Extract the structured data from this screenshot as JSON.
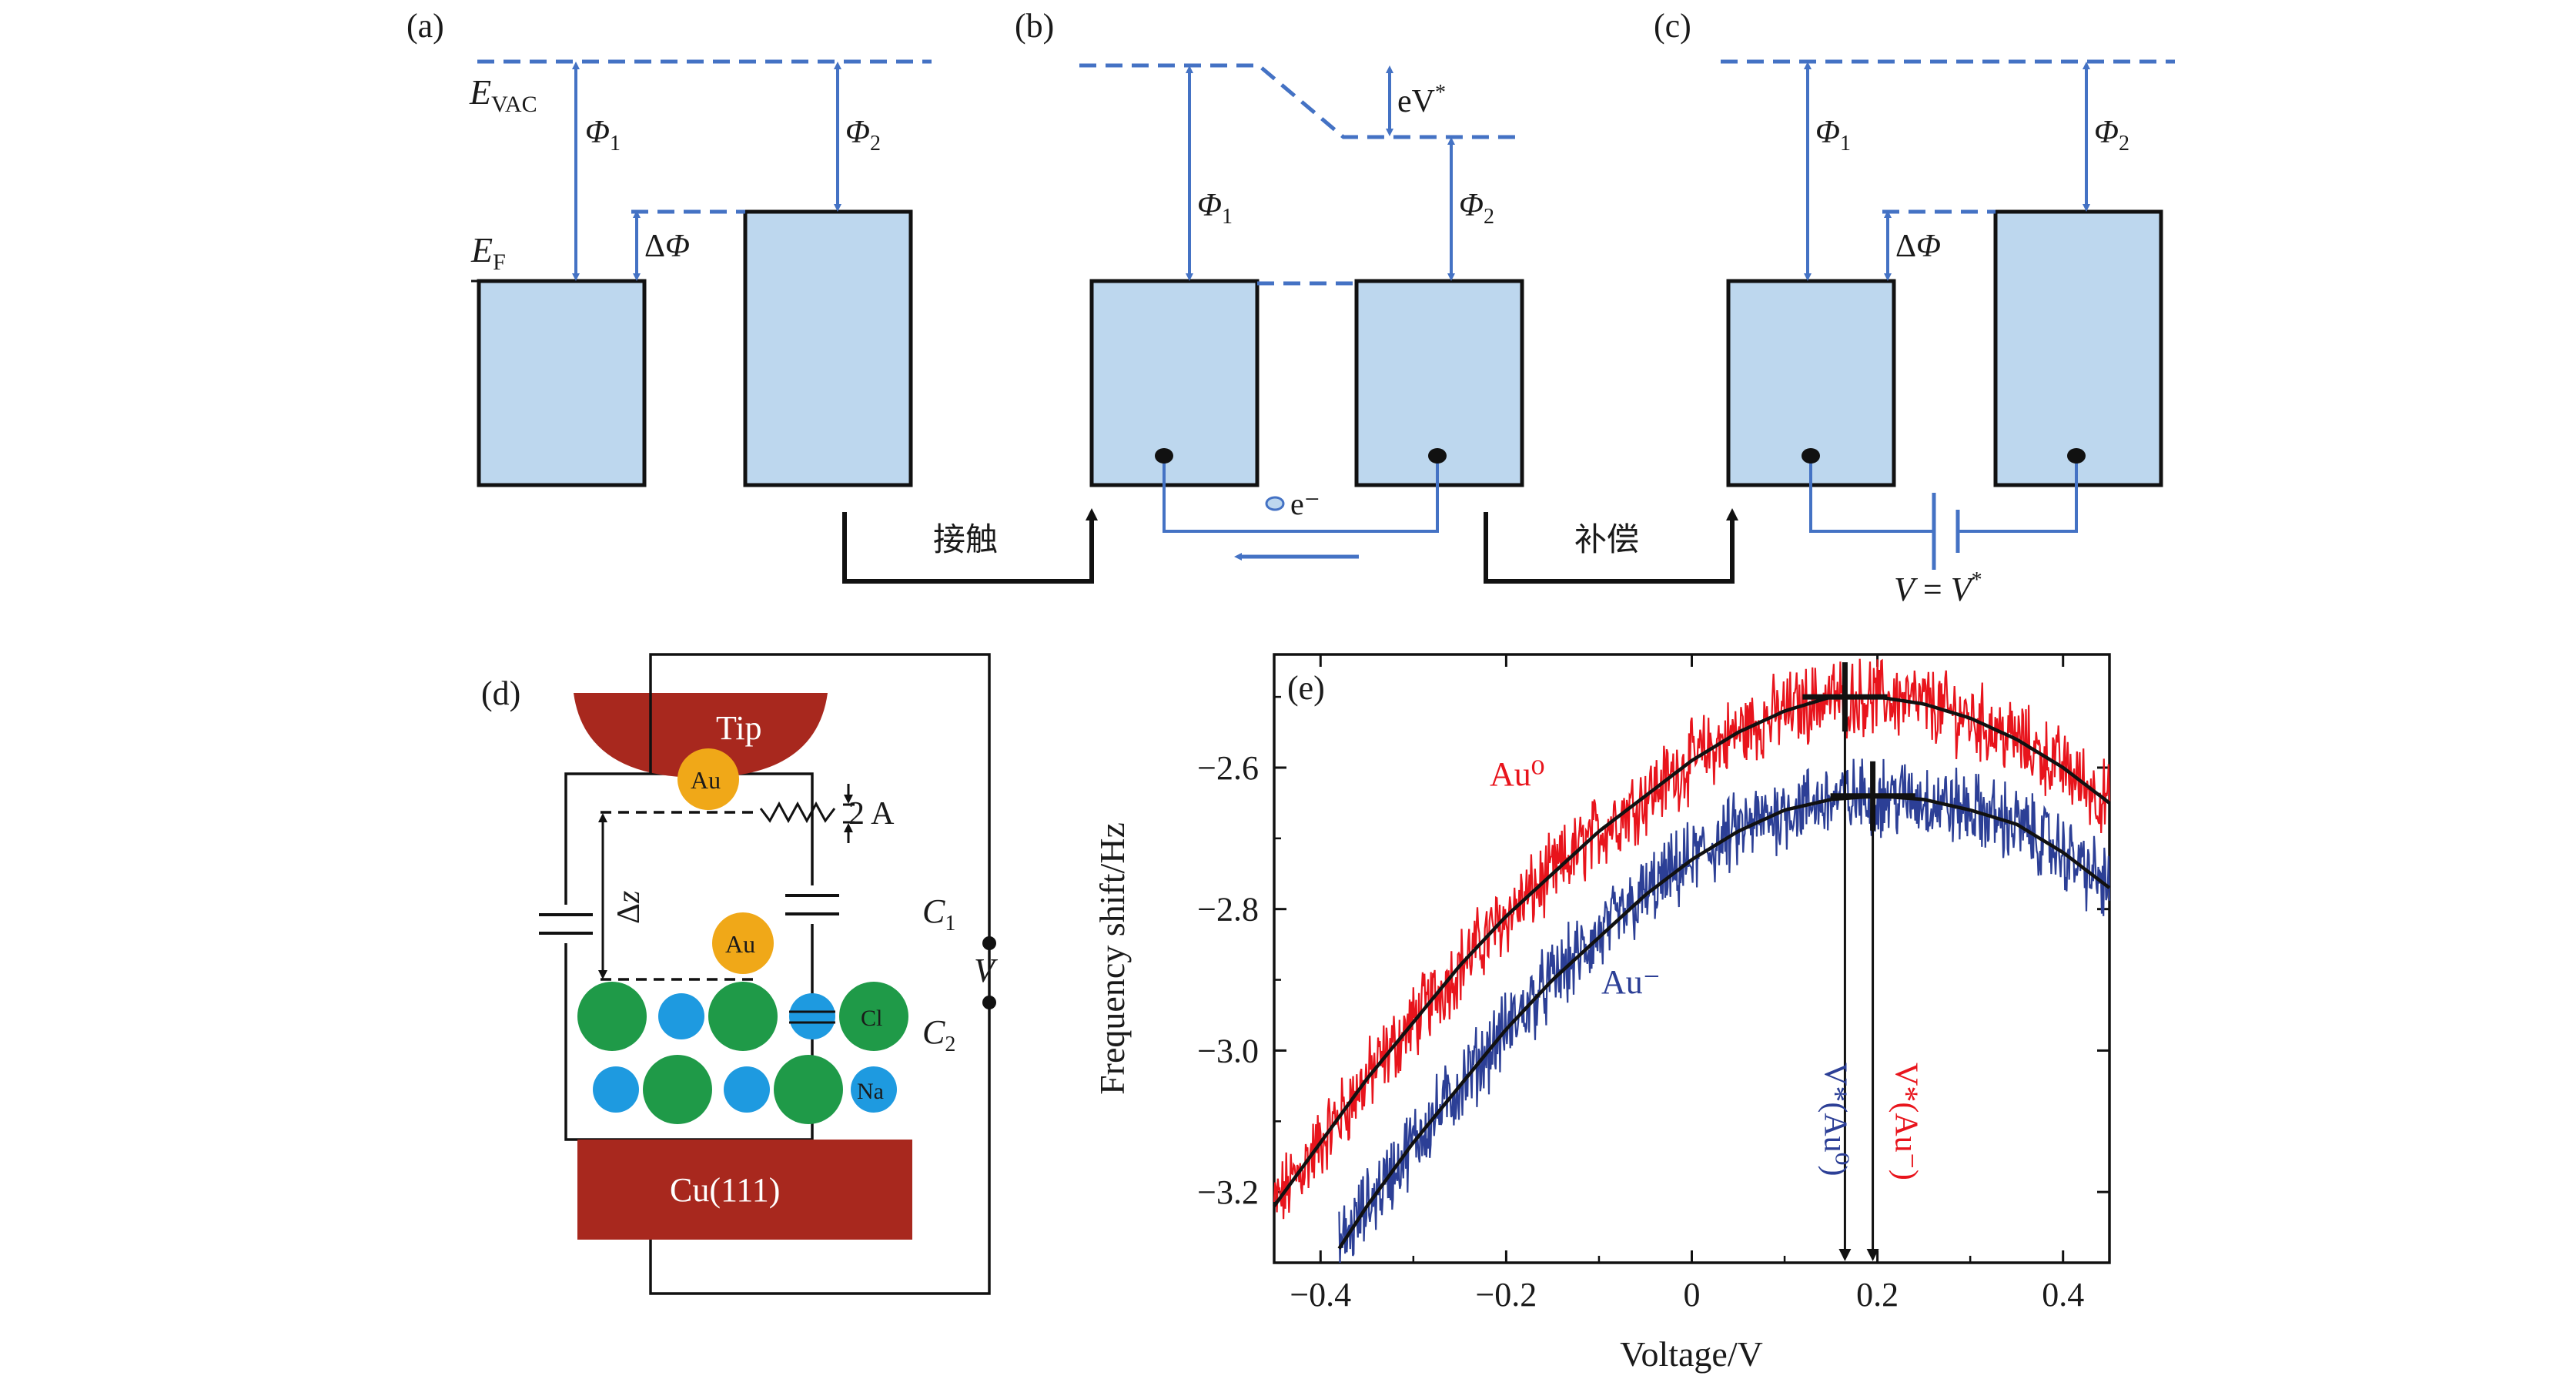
{
  "panels": {
    "a": {
      "label": "(a)",
      "evac": "E",
      "evac_sub": "VAC",
      "ef": "E",
      "ef_sub": "F",
      "phi1": "Φ",
      "phi1_sub": "1",
      "phi2": "Φ",
      "phi2_sub": "2",
      "dphi": "ΔΦ"
    },
    "b": {
      "label": "(b)",
      "ev": "eV*",
      "phi1": "Φ",
      "phi1_sub": "1",
      "phi2": "Φ",
      "phi2_sub": "2",
      "electron": "e⁻"
    },
    "c": {
      "label": "(c)",
      "phi1": "Φ",
      "phi1_sub": "1",
      "phi2": "Φ",
      "phi2_sub": "2",
      "dphi": "ΔΦ",
      "v_eq": "V = V*"
    },
    "arrow1_label": "接触",
    "arrow2_label": "补偿",
    "d": {
      "label": "(d)",
      "tip": "Tip",
      "au_top": "Au",
      "au_mid": "Au",
      "cl": "Cl",
      "na": "Na",
      "cu": "Cu(111)",
      "amp": "2 A",
      "dz": "Δz",
      "c1": "C",
      "c1_sub": "1",
      "c2": "C",
      "c2_sub": "2",
      "v": "V"
    },
    "e": {
      "label": "(e)",
      "series_red": "Au⁰",
      "series_blue": "Au⁻",
      "vline_blue": "V*(Au⁰)",
      "vline_red": "V*(Au⁻)"
    }
  },
  "colors": {
    "box_fill": "#bdd7ee",
    "level_blue": "#4472c4",
    "tip_red": "#a8281e",
    "au_gold": "#f0a818",
    "cl_green": "#1f9a48",
    "na_blue": "#1e9ae0",
    "series_red": "#e8141c",
    "series_blue": "#2c3f96"
  },
  "chart_data": {
    "type": "line",
    "title": "",
    "xlabel": "Voltage/V",
    "ylabel": "Frequency shift/Hz",
    "xlim": [
      -0.45,
      0.45
    ],
    "ylim": [
      -3.3,
      -2.44
    ],
    "xticks": [
      -0.4,
      -0.2,
      0,
      0.2,
      0.4
    ],
    "xtick_labels": [
      "−0.4",
      "−0.2",
      "0",
      "0.2",
      "0.4"
    ],
    "yticks": [
      -2.6,
      -2.8,
      -3.0,
      -3.2
    ],
    "ytick_labels": [
      "−2.6",
      "−2.8",
      "−3.0",
      "−3.2"
    ],
    "series": [
      {
        "name": "Au⁰",
        "color": "#e8141c",
        "x": [
          -0.45,
          -0.4,
          -0.35,
          -0.3,
          -0.25,
          -0.2,
          -0.15,
          -0.1,
          -0.05,
          0.0,
          0.05,
          0.1,
          0.15,
          0.2,
          0.25,
          0.3,
          0.35,
          0.4,
          0.45
        ],
        "y": [
          -3.22,
          -3.13,
          -3.04,
          -2.96,
          -2.88,
          -2.81,
          -2.75,
          -2.69,
          -2.64,
          -2.59,
          -2.55,
          -2.52,
          -2.5,
          -2.5,
          -2.51,
          -2.53,
          -2.56,
          -2.6,
          -2.65
        ]
      },
      {
        "name": "Au⁻",
        "color": "#2c3f96",
        "x": [
          -0.38,
          -0.35,
          -0.3,
          -0.25,
          -0.2,
          -0.15,
          -0.1,
          -0.05,
          0.0,
          0.05,
          0.1,
          0.15,
          0.2,
          0.25,
          0.3,
          0.35,
          0.4,
          0.45
        ],
        "y": [
          -3.28,
          -3.22,
          -3.13,
          -3.05,
          -2.97,
          -2.9,
          -2.84,
          -2.78,
          -2.73,
          -2.69,
          -2.66,
          -2.645,
          -2.64,
          -2.645,
          -2.66,
          -2.68,
          -2.72,
          -2.77
        ]
      }
    ],
    "vlines": [
      {
        "name": "V*(Au⁰)",
        "x": 0.165
      },
      {
        "name": "V*(Au⁻)",
        "x": 0.195
      }
    ]
  }
}
